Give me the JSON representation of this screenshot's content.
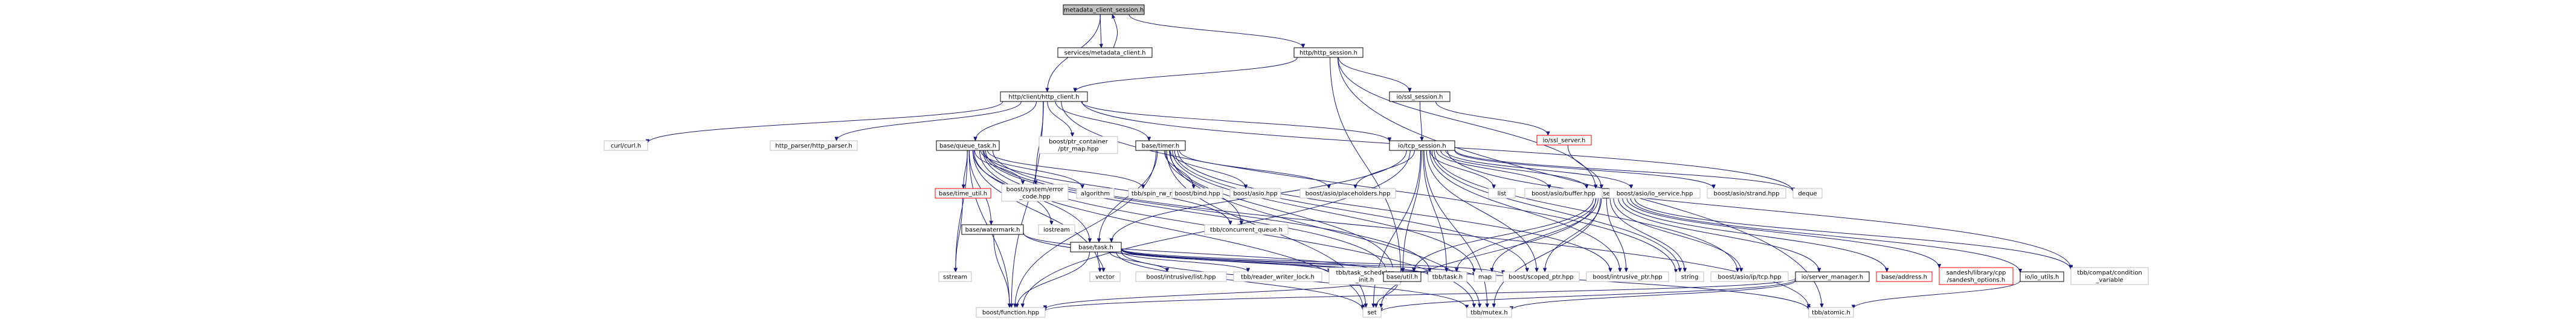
{
  "colors": {
    "edge": "#191970",
    "root_fill": "#bfbfbf",
    "node_border": "#000000",
    "missing_border": "#bfbfbf",
    "error_border": "#ff0000",
    "error_text": "#ff0000",
    "background": "#ffffff"
  },
  "nodes": [
    {
      "id": "root",
      "label": [
        "metadata_client_session.h"
      ],
      "kind": "root"
    },
    {
      "id": "services_mc",
      "label": [
        "services/metadata_client.h"
      ],
      "kind": "doc"
    },
    {
      "id": "http_session",
      "label": [
        "http/http_session.h"
      ],
      "kind": "doc"
    },
    {
      "id": "https_client",
      "label": [
        "http/client/http_client.h"
      ],
      "kind": "doc"
    },
    {
      "id": "curl",
      "label": [
        "curl/curl.h"
      ],
      "kind": "missing"
    },
    {
      "id": "http_parser",
      "label": [
        "http_parser/http_parser.h"
      ],
      "kind": "missing"
    },
    {
      "id": "queue_task",
      "label": [
        "base/queue_task.h"
      ],
      "kind": "doc"
    },
    {
      "id": "ptr_container",
      "label": [
        "boost/ptr_container",
        "/ptr_map.hpp"
      ],
      "kind": "missing"
    },
    {
      "id": "timer",
      "label": [
        "base/timer.h"
      ],
      "kind": "doc"
    },
    {
      "id": "ssl_session",
      "label": [
        "io/ssl_session.h"
      ],
      "kind": "doc"
    },
    {
      "id": "ssl_server",
      "label": [
        "io/ssl_server.h"
      ],
      "kind": "error"
    },
    {
      "id": "tcp_session",
      "label": [
        "io/tcp_session.h"
      ],
      "kind": "doc"
    },
    {
      "id": "tcp_server",
      "label": [
        "io/tcp_server.h"
      ],
      "kind": "doc"
    },
    {
      "id": "time_util",
      "label": [
        "base/time_util.h"
      ],
      "kind": "error"
    },
    {
      "id": "error_code",
      "label": [
        "boost/system/error",
        "_code.hpp"
      ],
      "kind": "missing"
    },
    {
      "id": "algorithm",
      "label": [
        "algorithm"
      ],
      "kind": "missing"
    },
    {
      "id": "spin_rw",
      "label": [
        "tbb/spin_rw_mutex.h"
      ],
      "kind": "missing"
    },
    {
      "id": "watermark",
      "label": [
        "base/watermark.h"
      ],
      "kind": "doc"
    },
    {
      "id": "iostream",
      "label": [
        "iostream"
      ],
      "kind": "missing"
    },
    {
      "id": "conc_queue",
      "label": [
        "tbb/concurrent_queue.h"
      ],
      "kind": "missing"
    },
    {
      "id": "asio_ph",
      "label": [
        "boost/asio/placeholders.hpp"
      ],
      "kind": "missing"
    },
    {
      "id": "base_task",
      "label": [
        "base/task.h"
      ],
      "kind": "doc"
    },
    {
      "id": "bind",
      "label": [
        "boost/bind.hpp"
      ],
      "kind": "missing"
    },
    {
      "id": "asio",
      "label": [
        "boost/asio.hpp"
      ],
      "kind": "missing"
    },
    {
      "id": "list",
      "label": [
        "list"
      ],
      "kind": "missing"
    },
    {
      "id": "asio_buffer",
      "label": [
        "boost/asio/buffer.hpp"
      ],
      "kind": "missing"
    },
    {
      "id": "asio_io_service",
      "label": [
        "boost/asio/io_service.hpp"
      ],
      "kind": "missing"
    },
    {
      "id": "asio_strand",
      "label": [
        "boost/asio/strand.hpp"
      ],
      "kind": "missing"
    },
    {
      "id": "deque",
      "label": [
        "deque"
      ],
      "kind": "missing"
    },
    {
      "id": "sstream",
      "label": [
        "sstream"
      ],
      "kind": "missing"
    },
    {
      "id": "vector",
      "label": [
        "vector"
      ],
      "kind": "missing"
    },
    {
      "id": "intrusive_list",
      "label": [
        "boost/intrusive/list.hpp"
      ],
      "kind": "missing"
    },
    {
      "id": "rw_lock",
      "label": [
        "tbb/reader_writer_lock.h"
      ],
      "kind": "missing"
    },
    {
      "id": "task_sched",
      "label": [
        "tbb/task_scheduler",
        "_init.h"
      ],
      "kind": "missing"
    },
    {
      "id": "base_util",
      "label": [
        "base/util.h"
      ],
      "kind": "doc"
    },
    {
      "id": "tbb_task",
      "label": [
        "tbb/task.h"
      ],
      "kind": "missing"
    },
    {
      "id": "map",
      "label": [
        "map"
      ],
      "kind": "missing"
    },
    {
      "id": "scoped_ptr",
      "label": [
        "boost/scoped_ptr.hpp"
      ],
      "kind": "missing"
    },
    {
      "id": "intrusive_ptr",
      "label": [
        "boost/intrusive_ptr.hpp"
      ],
      "kind": "missing"
    },
    {
      "id": "string",
      "label": [
        "string"
      ],
      "kind": "missing"
    },
    {
      "id": "asio_tcp",
      "label": [
        "boost/asio/ip/tcp.hpp"
      ],
      "kind": "missing"
    },
    {
      "id": "server_manager",
      "label": [
        "io/server_manager.h"
      ],
      "kind": "doc"
    },
    {
      "id": "base_address",
      "label": [
        "base/address.h"
      ],
      "kind": "error"
    },
    {
      "id": "sandesh_opts",
      "label": [
        "sandesh/library/cpp",
        "/sandesh_options.h"
      ],
      "kind": "error"
    },
    {
      "id": "io_utils",
      "label": [
        "io/io_utils.h"
      ],
      "kind": "doc"
    },
    {
      "id": "compat_cond",
      "label": [
        "tbb/compat/condition",
        "_variable"
      ],
      "kind": "missing"
    },
    {
      "id": "function",
      "label": [
        "boost/function.hpp"
      ],
      "kind": "missing"
    },
    {
      "id": "set",
      "label": [
        "set"
      ],
      "kind": "missing"
    },
    {
      "id": "mutex",
      "label": [
        "tbb/mutex.h"
      ],
      "kind": "missing"
    },
    {
      "id": "atomic",
      "label": [
        "tbb/atomic.h"
      ],
      "kind": "missing"
    }
  ],
  "edges": [
    [
      "root",
      "services_mc"
    ],
    [
      "root",
      "https_client"
    ],
    [
      "root",
      "http_session"
    ],
    [
      "services_mc",
      "root"
    ],
    [
      "http_session",
      "https_client"
    ],
    [
      "http_session",
      "ssl_session"
    ],
    [
      "http_session",
      "base_util"
    ],
    [
      "http_session",
      "atomic"
    ],
    [
      "http_session",
      "tcp_server"
    ],
    [
      "https_client",
      "curl"
    ],
    [
      "https_client",
      "http_parser"
    ],
    [
      "https_client",
      "queue_task"
    ],
    [
      "https_client",
      "ptr_container"
    ],
    [
      "https_client",
      "timer"
    ],
    [
      "https_client",
      "tcp_session"
    ],
    [
      "https_client",
      "function"
    ],
    [
      "https_client",
      "error_code"
    ],
    [
      "https_client",
      "string"
    ],
    [
      "https_client",
      "deque"
    ],
    [
      "queue_task",
      "time_util"
    ],
    [
      "queue_task",
      "error_code"
    ],
    [
      "queue_task",
      "algorithm"
    ],
    [
      "queue_task",
      "spin_rw"
    ],
    [
      "queue_task",
      "watermark"
    ],
    [
      "queue_task",
      "iostream"
    ],
    [
      "queue_task",
      "conc_queue"
    ],
    [
      "queue_task",
      "base_task"
    ],
    [
      "queue_task",
      "sstream"
    ],
    [
      "queue_task",
      "vector"
    ],
    [
      "queue_task",
      "base_util"
    ],
    [
      "queue_task",
      "function"
    ],
    [
      "queue_task",
      "set"
    ],
    [
      "queue_task",
      "mutex"
    ],
    [
      "queue_task",
      "atomic"
    ],
    [
      "queue_task",
      "tbb_task"
    ],
    [
      "time_util",
      "sstream"
    ],
    [
      "watermark",
      "base_util"
    ],
    [
      "watermark",
      "function"
    ],
    [
      "watermark",
      "atomic"
    ],
    [
      "timer",
      "asio_ph"
    ],
    [
      "timer",
      "base_task"
    ],
    [
      "timer",
      "bind"
    ],
    [
      "timer",
      "asio"
    ],
    [
      "timer",
      "conc_queue"
    ],
    [
      "timer",
      "scoped_ptr"
    ],
    [
      "timer",
      "intrusive_ptr"
    ],
    [
      "timer",
      "set"
    ],
    [
      "timer",
      "mutex"
    ],
    [
      "timer",
      "base_util"
    ],
    [
      "timer",
      "function"
    ],
    [
      "timer",
      "map"
    ],
    [
      "base_task",
      "vector"
    ],
    [
      "base_task",
      "intrusive_list"
    ],
    [
      "base_task",
      "rw_lock"
    ],
    [
      "base_task",
      "task_sched"
    ],
    [
      "base_task",
      "base_util"
    ],
    [
      "base_task",
      "tbb_task"
    ],
    [
      "base_task",
      "map"
    ],
    [
      "base_task",
      "scoped_ptr"
    ],
    [
      "base_task",
      "set"
    ],
    [
      "base_task",
      "mutex"
    ],
    [
      "base_task",
      "function"
    ],
    [
      "base_util",
      "function"
    ],
    [
      "base_util",
      "set"
    ],
    [
      "ssl_session",
      "tcp_session"
    ],
    [
      "ssl_session",
      "ssl_server"
    ],
    [
      "ssl_server",
      "tcp_server"
    ],
    [
      "tcp_session",
      "base_task"
    ],
    [
      "tcp_session",
      "base_util"
    ],
    [
      "tcp_session",
      "list"
    ],
    [
      "tcp_session",
      "asio_buffer"
    ],
    [
      "tcp_session",
      "asio_io_service"
    ],
    [
      "tcp_session",
      "asio_strand"
    ],
    [
      "tcp_session",
      "deque"
    ],
    [
      "tcp_session",
      "tcp_server"
    ],
    [
      "tcp_session",
      "scoped_ptr"
    ],
    [
      "tcp_session",
      "intrusive_ptr"
    ],
    [
      "tcp_session",
      "string"
    ],
    [
      "tcp_session",
      "asio_tcp"
    ],
    [
      "tcp_session",
      "mutex"
    ],
    [
      "tcp_session",
      "function"
    ],
    [
      "tcp_session",
      "compat_cond"
    ],
    [
      "tcp_session",
      "tbb_task"
    ],
    [
      "tcp_session",
      "asio_ph"
    ],
    [
      "tcp_session",
      "set"
    ],
    [
      "tcp_server",
      "map"
    ],
    [
      "tcp_server",
      "scoped_ptr"
    ],
    [
      "tcp_server",
      "intrusive_ptr"
    ],
    [
      "tcp_server",
      "string"
    ],
    [
      "tcp_server",
      "asio_tcp"
    ],
    [
      "tcp_server",
      "server_manager"
    ],
    [
      "tcp_server",
      "base_address"
    ],
    [
      "tcp_server",
      "sandesh_opts"
    ],
    [
      "tcp_server",
      "io_utils"
    ],
    [
      "tcp_server",
      "compat_cond"
    ],
    [
      "tcp_server",
      "mutex"
    ],
    [
      "tcp_server",
      "set"
    ],
    [
      "tcp_server",
      "base_util"
    ],
    [
      "tcp_server",
      "tbb_task"
    ],
    [
      "server_manager",
      "set"
    ],
    [
      "server_manager",
      "mutex"
    ],
    [
      "server_manager",
      "function"
    ],
    [
      "io_utils",
      "atomic"
    ]
  ]
}
